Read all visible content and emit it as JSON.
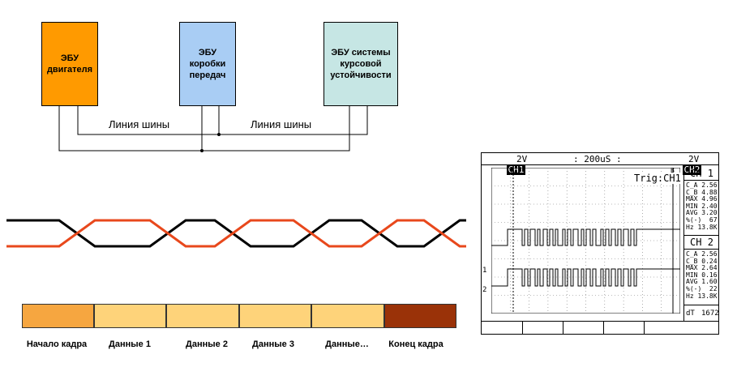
{
  "ecus": [
    {
      "label": "ЭБУ\nдвигателя",
      "color": "#ff9a00"
    },
    {
      "label": "ЭБУ\nкоробки\nпередач",
      "color": "#a9cdf4"
    },
    {
      "label": "ЭБУ системы\nкурсовой\nустойчивости",
      "color": "#c6e6e4"
    }
  ],
  "bus_labels": [
    "Линия шины",
    "Линия шины"
  ],
  "signal_colors": {
    "line_a": "#000000",
    "line_b": "#e8481c"
  },
  "frame": {
    "segments": [
      {
        "label": "Начало кадра",
        "color": "#f6a640"
      },
      {
        "label": "Данные 1",
        "color": "#fed37a"
      },
      {
        "label": "Данные 2",
        "color": "#fed37a"
      },
      {
        "label": "Данные 3",
        "color": "#fed37a"
      },
      {
        "label": "Данные…",
        "color": "#fed37a"
      },
      {
        "label": "Конец кадра",
        "color": "#9a3208"
      }
    ]
  },
  "scope": {
    "ch1": "CH1",
    "ch1_volts": "2V",
    "timebase": ": 200uS :",
    "ch2": "CH2",
    "ch2_volts": "2V",
    "trig": "Trig:CH1",
    "cursor_a": "A",
    "cursor_b": "B",
    "marker_1": "1",
    "marker_2": "2",
    "panel1_title": "CH 1",
    "panel1_values": "C_A 2.56\nC_B 4.88\nMAX 4.96\nMIN 2.40\nAVG 3.20\n%(-)  67\nHz 13.8K",
    "panel2_title": "CH 2",
    "panel2_values": "C_A 2.56\nC_B 0.24\nMAX 2.64\nMIN 0.16\nAVG 1.60\n%(-)  22\nHz 13.8K",
    "dt_label": "dT",
    "dt_value": "1672"
  }
}
